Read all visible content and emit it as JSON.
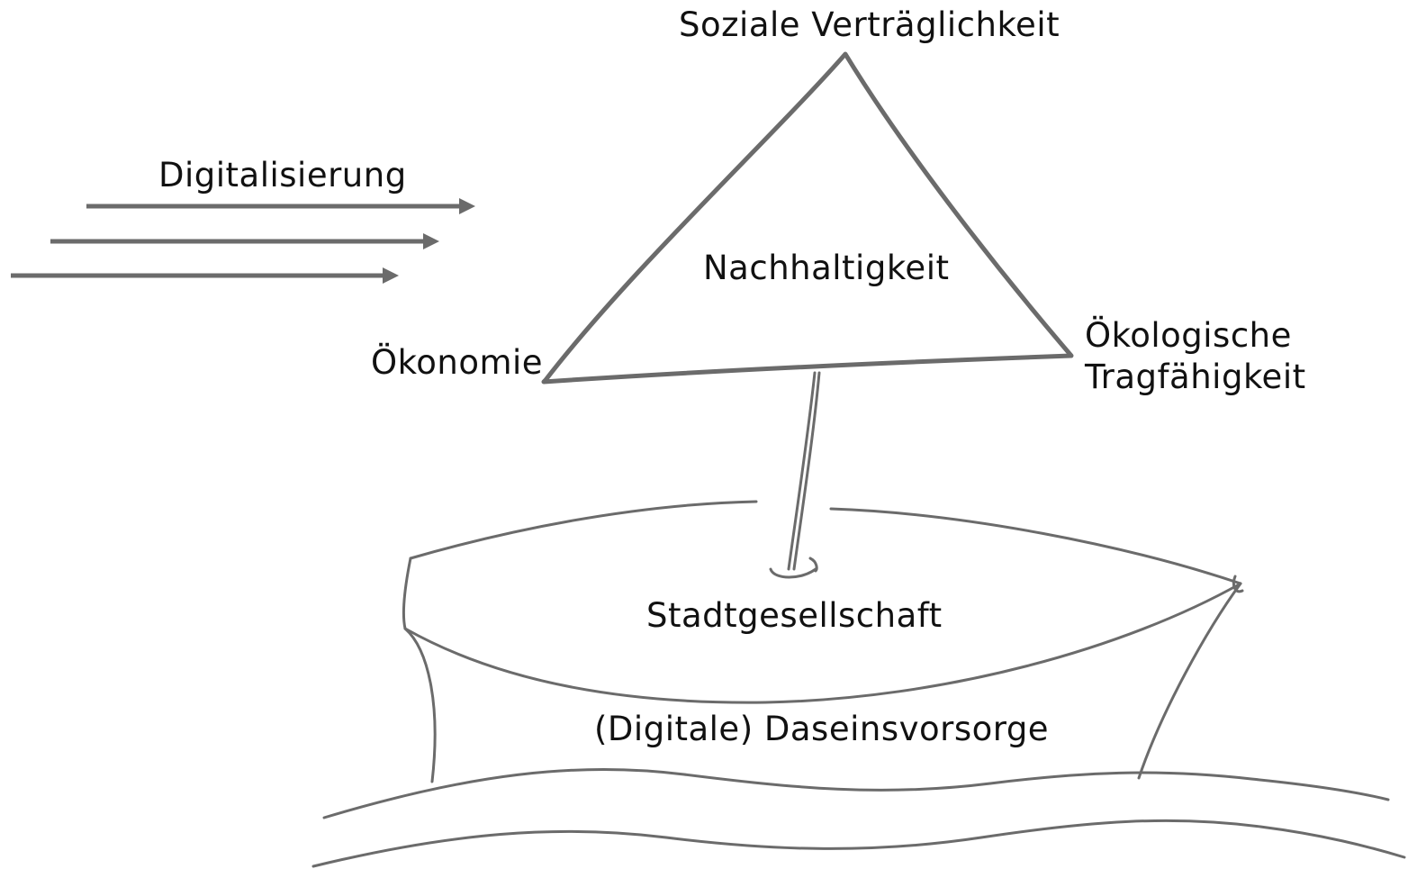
{
  "labels": {
    "top_vertex": "Soziale Verträglichkeit",
    "center": "Nachhaltigkeit",
    "left_vertex": "Ökonomie",
    "right_vertex_line1": "Ökologische",
    "right_vertex_line2": "Tragfähigkeit",
    "arrows": "Digitalisierung",
    "deck": "Stadtgesellschaft",
    "hull": "(Digitale) Daseinsvorsorge"
  },
  "colors": {
    "stroke": "#6b6b6b",
    "text": "#111111",
    "background": "#ffffff"
  }
}
